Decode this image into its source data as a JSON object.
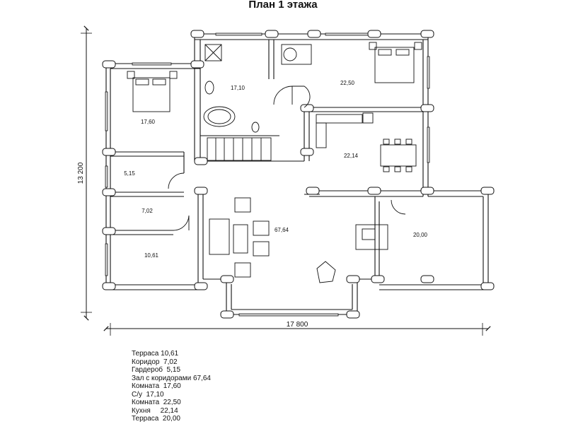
{
  "title": "План 1 этажа",
  "dimensions": {
    "width": "17 800",
    "height": "13 200"
  },
  "rooms": [
    {
      "id": "wc",
      "area": "17,10"
    },
    {
      "id": "bedroom-ne",
      "area": "22,50"
    },
    {
      "id": "bedroom-w",
      "area": "17,60"
    },
    {
      "id": "kitchen",
      "area": "22,14"
    },
    {
      "id": "wardrobe",
      "area": "5,15"
    },
    {
      "id": "corridor",
      "area": "7,02"
    },
    {
      "id": "hall",
      "area": "67,64"
    },
    {
      "id": "terrace-w",
      "area": "10,61"
    },
    {
      "id": "terrace-e",
      "area": "20,00"
    }
  ],
  "legend": [
    "Терраса 10,61",
    "Коридор  7,02",
    "Гардероб  5,15",
    "Зал с коридорами 67,64",
    "Комната  17,60",
    "С/у  17,10",
    "Комната  22,50",
    "Кухня     22,14",
    "Терраса  20,00"
  ]
}
